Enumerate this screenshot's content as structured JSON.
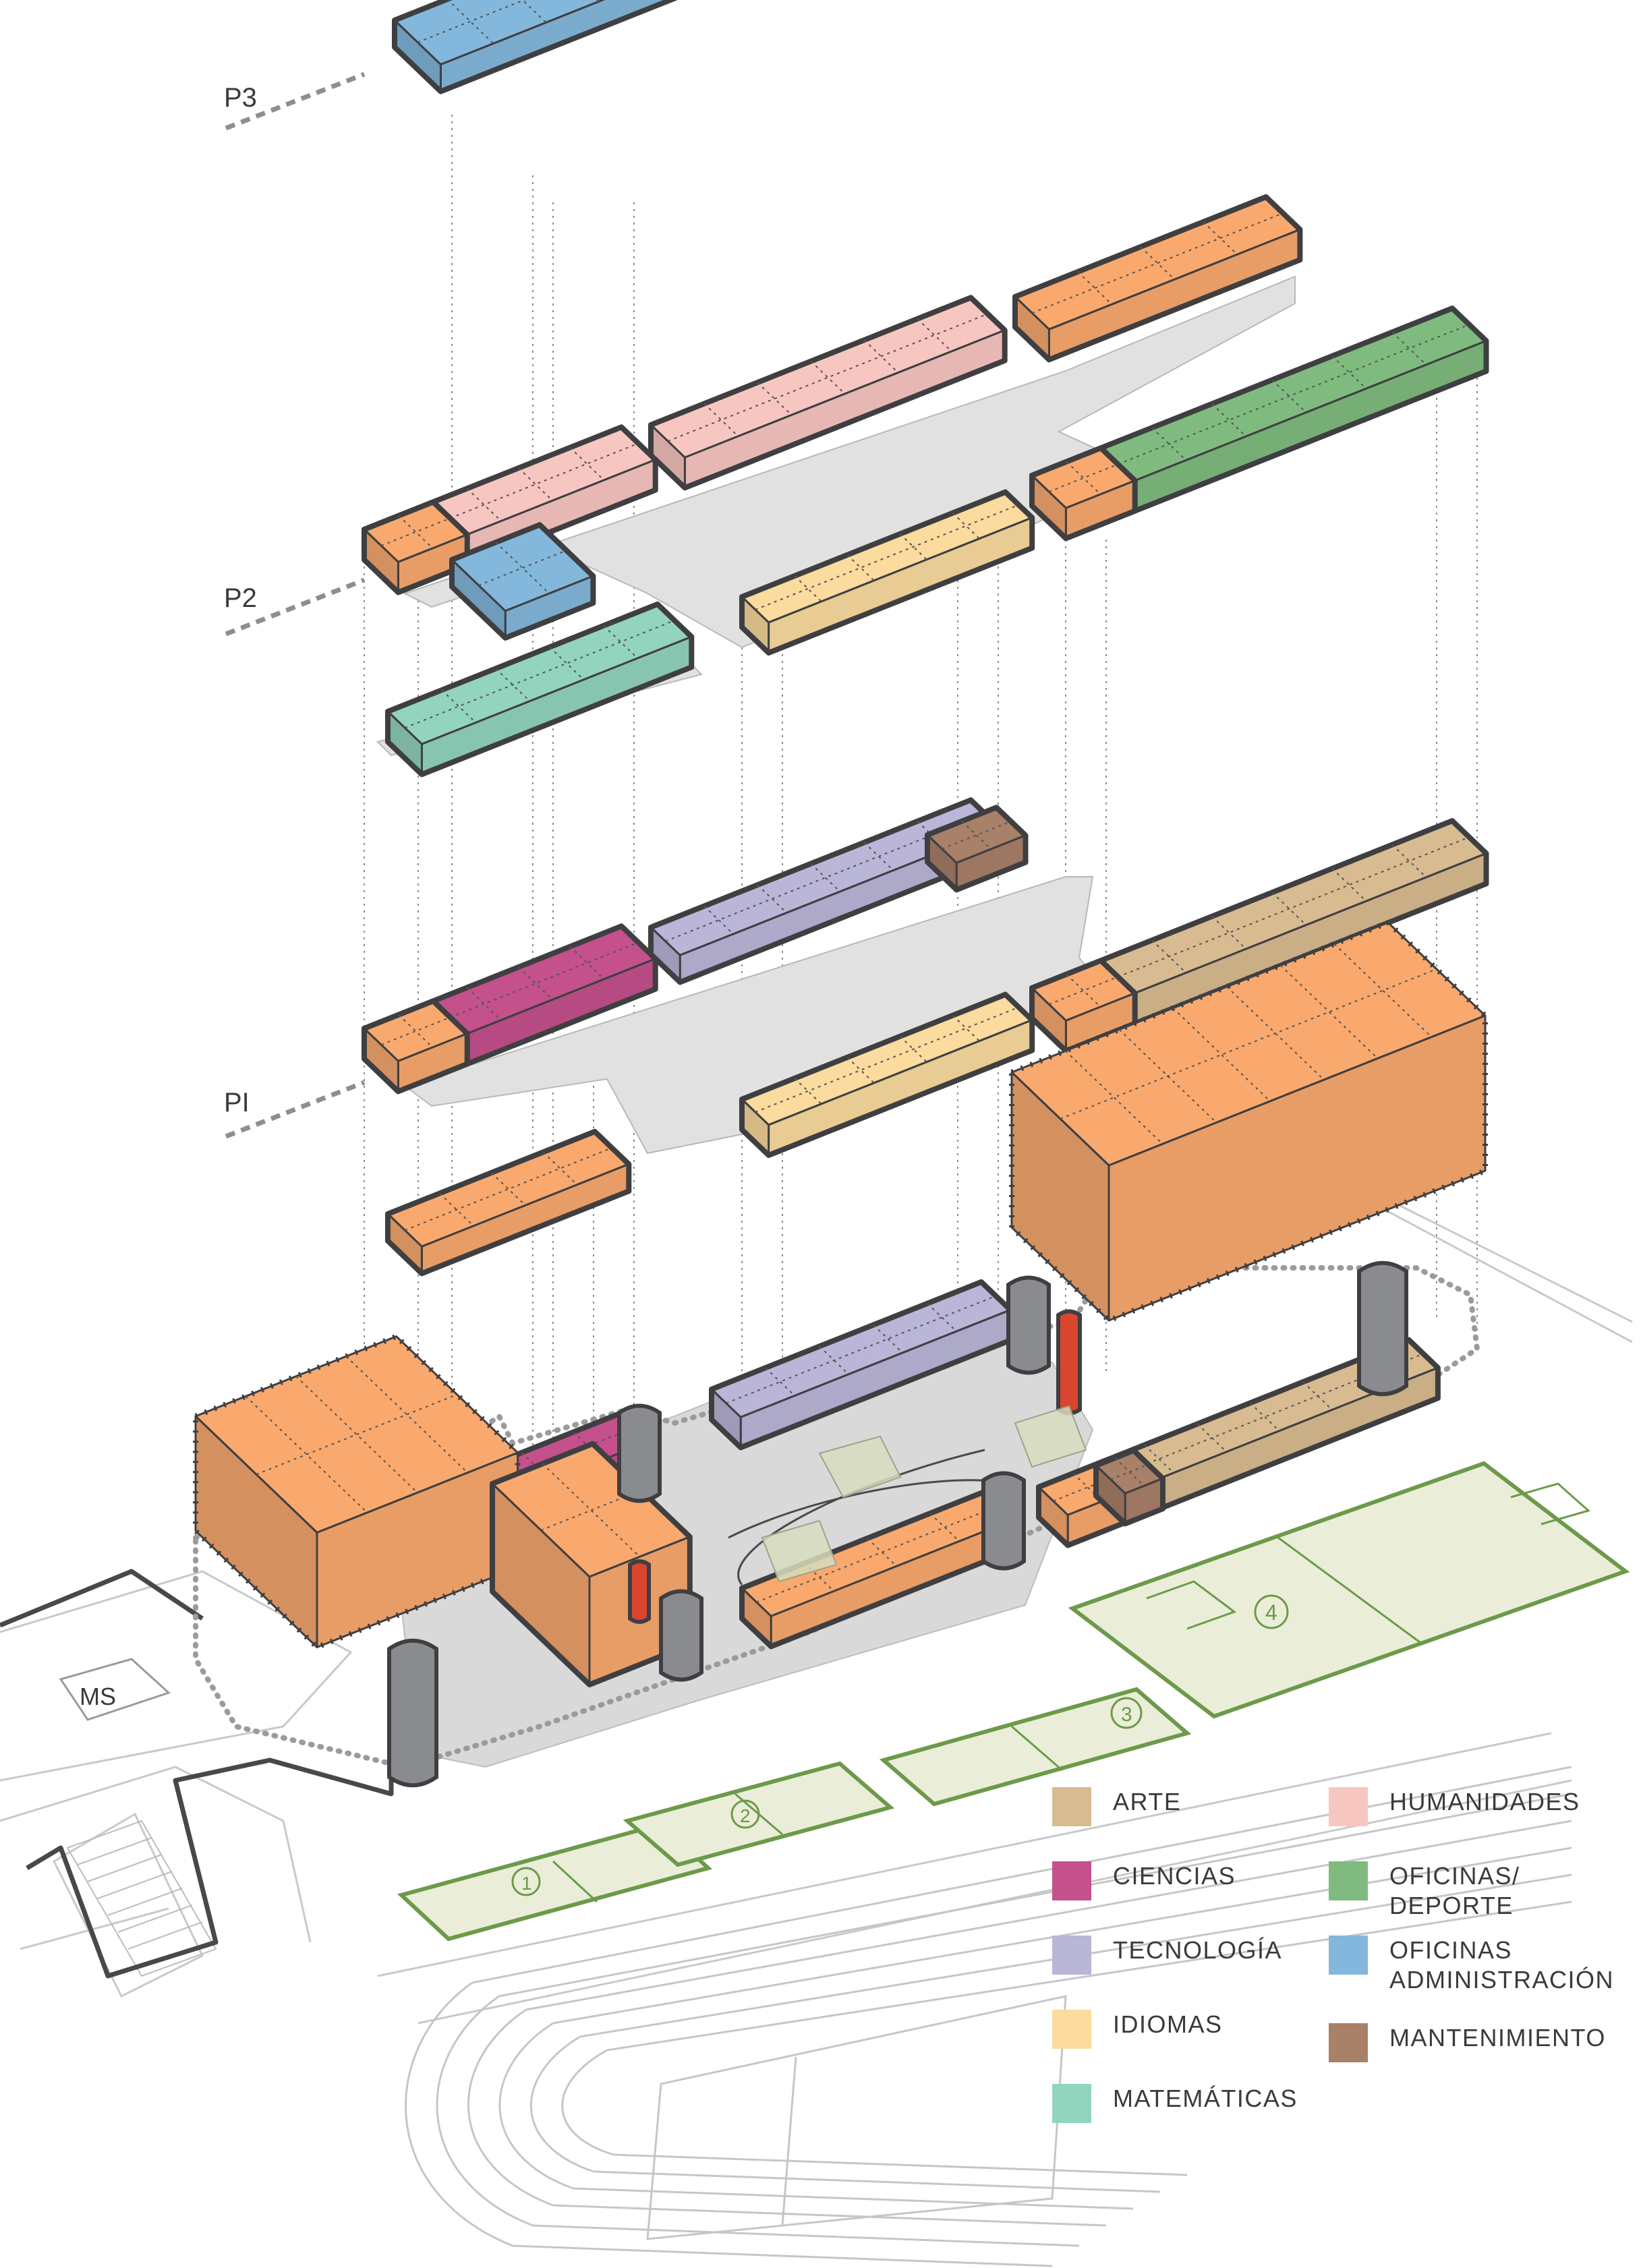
{
  "levels": {
    "p3": "P3",
    "p2": "P2",
    "p1": "PI"
  },
  "site_label": "MS",
  "fields": [
    "1",
    "2",
    "3",
    "4"
  ],
  "colors": {
    "arte": "#d8bb90",
    "ciencias": "#c4508c",
    "tecnologia": "#b9b6d8",
    "idiomas": "#fbdb9e",
    "matematicas": "#92d4bd",
    "humanidades": "#f8c6c0",
    "deporte": "#7fbb7f",
    "administracion": "#83b8dc",
    "mantenimiento": "#a98068",
    "service": "#f9a96e",
    "core": "#8a8b8f",
    "stair": "#d9452e",
    "field": "#eaeed8",
    "field_line": "#6c9a4a",
    "outline": "#3f3f42",
    "walkway": "#e1e1e1"
  },
  "legend": [
    {
      "key": "arte",
      "label": "ARTE"
    },
    {
      "key": "ciencias",
      "label": "CIENCIAS"
    },
    {
      "key": "tecnologia",
      "label": "TECNOLOGÍA"
    },
    {
      "key": "idiomas",
      "label": "IDIOMAS"
    },
    {
      "key": "matematicas",
      "label": "MATEMÁTICAS"
    },
    {
      "key": "humanidades",
      "label": "HUMANIDADES"
    },
    {
      "key": "deporte",
      "label": "OFICINAS/\nDEPORTE"
    },
    {
      "key": "administracion",
      "label": "OFICINAS\nADMINISTRACIÓN"
    },
    {
      "key": "mantenimiento",
      "label": "MANTENIMIENTO"
    }
  ]
}
